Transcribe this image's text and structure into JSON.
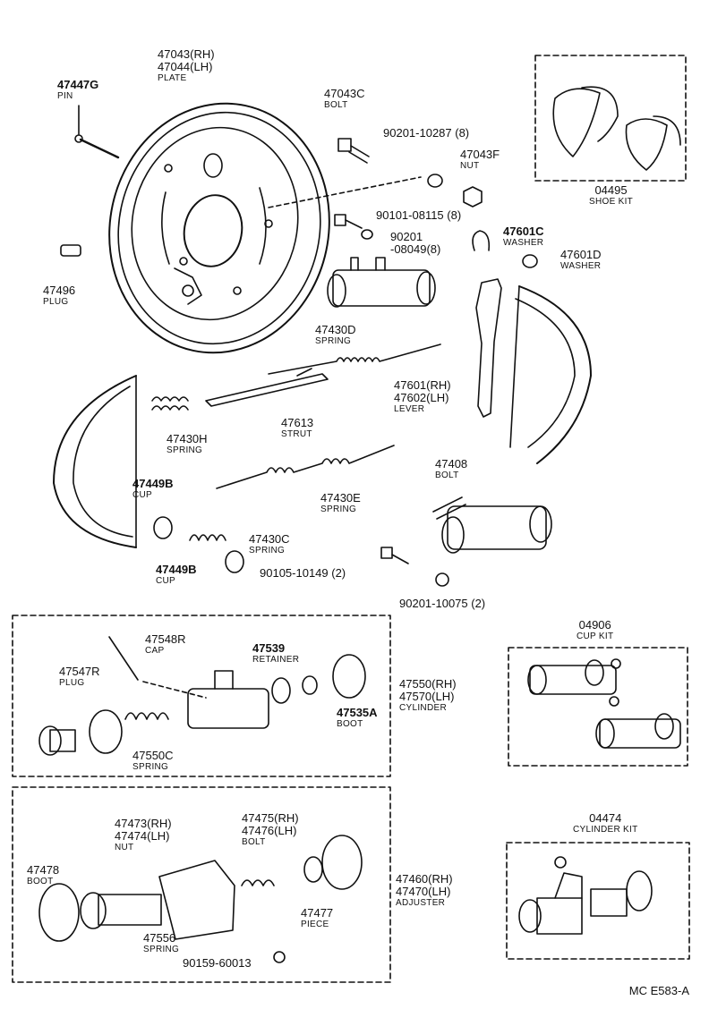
{
  "labels": {
    "plate": {
      "pn1": "47043(RH)",
      "pn2": "47044(LH)",
      "name": "PLATE"
    },
    "pin": {
      "pn": "47447G",
      "name": "PIN"
    },
    "bolt_47043c": {
      "pn": "47043C",
      "name": "BOLT"
    },
    "bolt_90201_10287": {
      "pn": "90201-10287 (8)"
    },
    "nut_47043f": {
      "pn": "47043F",
      "name": "NUT"
    },
    "shoe_kit": {
      "pn": "04495",
      "name": "SHOE KIT"
    },
    "bolt_90101": {
      "pn": "90101-08115 (8)"
    },
    "washer_90201": {
      "pn1": "90201",
      "pn2": "-08049(8)"
    },
    "washer_47601c": {
      "pn": "47601C",
      "name": "WASHER"
    },
    "washer_47601d": {
      "pn": "47601D",
      "name": "WASHER"
    },
    "plug_47496": {
      "pn": "47496",
      "name": "PLUG"
    },
    "spring_47430d": {
      "pn": "47430D",
      "name": "SPRING"
    },
    "lever": {
      "pn1": "47601(RH)",
      "pn2": "47602(LH)",
      "name": "LEVER"
    },
    "spring_47430h": {
      "pn": "47430H",
      "name": "SPRING"
    },
    "strut": {
      "pn": "47613",
      "name": "STRUT"
    },
    "bolt_47408": {
      "pn": "47408",
      "name": "BOLT"
    },
    "cup_47449b_top": {
      "pn": "47449B",
      "name": "CUP"
    },
    "spring_47430e": {
      "pn": "47430E",
      "name": "SPRING"
    },
    "spring_47430c": {
      "pn": "47430C",
      "name": "SPRING"
    },
    "cup_47449b_bottom": {
      "pn": "47449B",
      "name": "CUP"
    },
    "bolt_90105": {
      "pn": "90105-10149 (2)"
    },
    "washer_90201_10075": {
      "pn": "90201-10075 (2)"
    },
    "cap_47548r": {
      "pn": "47548R",
      "name": "CAP"
    },
    "retainer_47539": {
      "pn": "47539",
      "name": "RETAINER"
    },
    "plug_47547r": {
      "pn": "47547R",
      "name": "PLUG"
    },
    "cylinder": {
      "pn1": "47550(RH)",
      "pn2": "47570(LH)",
      "name": "CYLINDER"
    },
    "boot_47535a": {
      "pn": "47535A",
      "name": "BOOT"
    },
    "spring_47550c": {
      "pn": "47550C",
      "name": "SPRING"
    },
    "cup_kit": {
      "pn": "04906",
      "name": "CUP KIT"
    },
    "nut_47473": {
      "pn1": "47473(RH)",
      "pn2": "47474(LH)",
      "name": "NUT"
    },
    "bolt_47475": {
      "pn1": "47475(RH)",
      "pn2": "47476(LH)",
      "name": "BOLT"
    },
    "boot_47478": {
      "pn": "47478",
      "name": "BOOT"
    },
    "adjuster": {
      "pn1": "47460(RH)",
      "pn2": "47470(LH)",
      "name": "ADJUSTER"
    },
    "piece_47477": {
      "pn": "47477",
      "name": "PIECE"
    },
    "spring_47556": {
      "pn": "47556",
      "name": "SPRING"
    },
    "screw_90159": {
      "pn": "90159-60013"
    },
    "cylinder_kit": {
      "pn": "04474",
      "name": "CYLINDER KIT"
    }
  },
  "footer": {
    "code": "MC E583-A"
  }
}
